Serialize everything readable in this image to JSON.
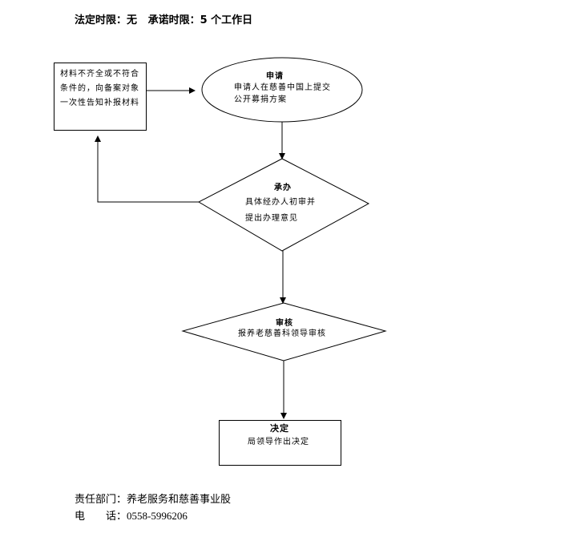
{
  "header": {
    "legal_limit": "法定时限：无",
    "promise_limit": "承诺时限：5 个工作日"
  },
  "nodes": {
    "return_box": {
      "text": "材料不齐全或不符合条件的，向备案对象一次性告知补报材料"
    },
    "apply": {
      "title": "申请",
      "line1": "申请人在慈善中国上提交",
      "line2": "公开募捐方案"
    },
    "handle": {
      "title": "承办",
      "line1": "具体经办人初审并",
      "line2": "提出办理意见"
    },
    "review": {
      "title": "审核",
      "line1": "报养老慈善科领导审核"
    },
    "decide": {
      "title": "决定",
      "line1": "局领导作出决定"
    }
  },
  "footer": {
    "dept_label": "责任部门：",
    "dept": "养老服务和慈善事业股",
    "phone_label": "电　　话：",
    "phone": "0558-5996206"
  }
}
